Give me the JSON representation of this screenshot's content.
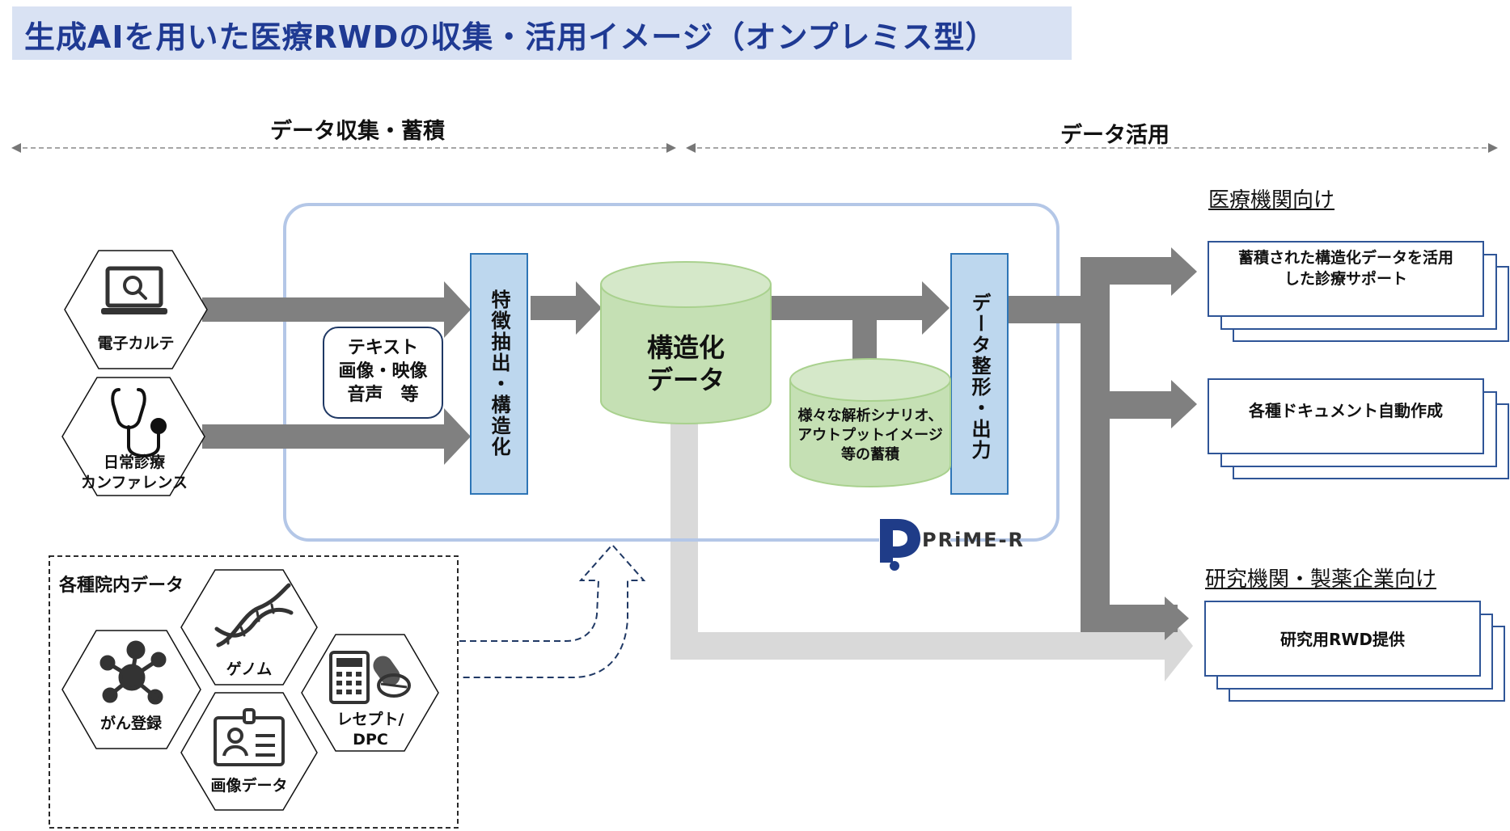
{
  "title": "生成AIを用いた医療RWDの収集・活用イメージ（オンプレミス型）",
  "phases": {
    "collect": "データ収集・蓄積",
    "use": "データ活用"
  },
  "sources": {
    "ehr": "電子カルテ",
    "conference_line1": "日常診療",
    "conference_line2": "カンファレンス"
  },
  "media_box": {
    "line1": "テキスト",
    "line2": "画像・映像",
    "line3": "音声　等"
  },
  "process": {
    "extract": "特徴抽出・構造化",
    "format": "データ整形・出力"
  },
  "db_main": {
    "line1": "構造化",
    "line2": "データ"
  },
  "db_scenario": {
    "line1": "様々な解析シナリオ、",
    "line2": "アウトプットイメージ",
    "line3": "等の蓄積"
  },
  "brand": {
    "logo_letter": "P",
    "name": "PRiME-R"
  },
  "hospital_data": {
    "title": "各種院内データ",
    "genome": "ゲノム",
    "cancer": "がん登録",
    "receipt_line1": "レセプト/",
    "receipt_line2": "DPC",
    "image": "画像データ"
  },
  "targets": {
    "medical": {
      "heading": "医療機関向け",
      "item1_line1": "蓄積された構造化データを活用",
      "item1_line2": "した診療サポート",
      "item2": "各種ドキュメント自動作成"
    },
    "research": {
      "heading": "研究機関・製薬企業向け",
      "item1": "研究用RWD提供"
    }
  },
  "colors": {
    "title_bg": "#d9e2f3",
    "title_text": "#1f3a93",
    "process_fill": "#bdd7ee",
    "process_border": "#2e75b6",
    "db_fill": "#c5e0b4",
    "db_border": "#a9d18e",
    "arrow_dark": "#808080",
    "arrow_light": "#d9d9d9",
    "container_border": "#b4c7e7",
    "card_border": "#2f5597",
    "brand_blue": "#1f3c88"
  }
}
